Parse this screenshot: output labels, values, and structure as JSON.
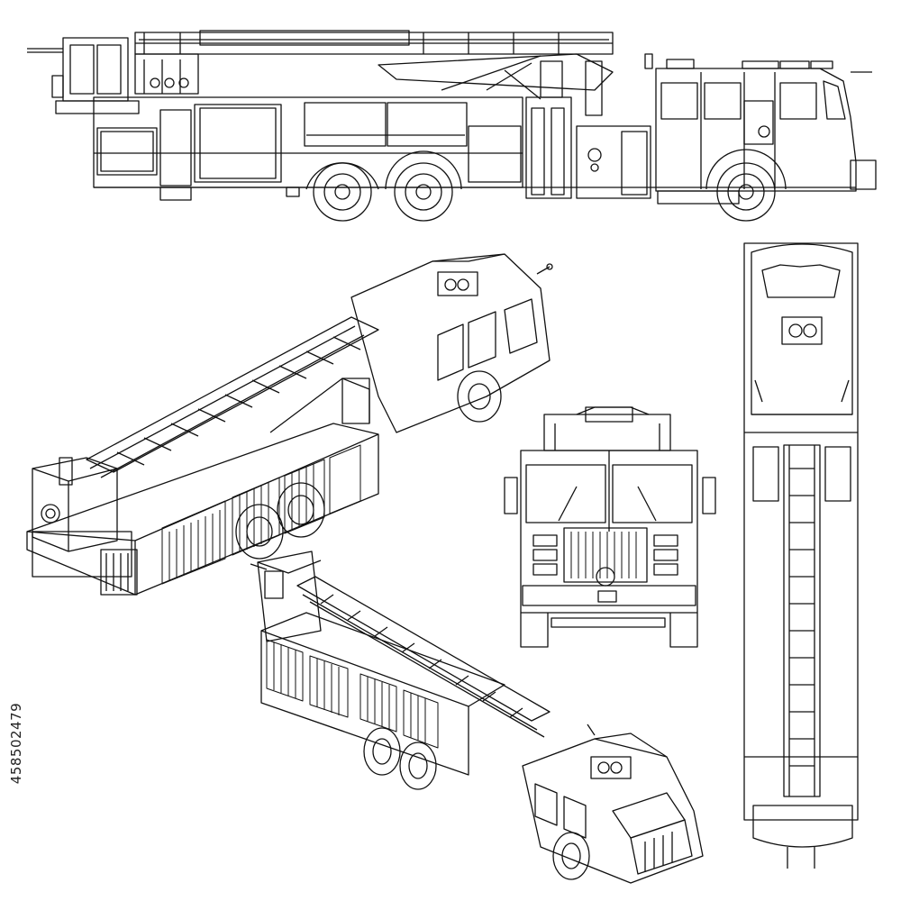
{
  "stock_id": "458502479",
  "colors": {
    "line": "#111111",
    "background": "#ffffff"
  },
  "views": [
    {
      "name": "side-view"
    },
    {
      "name": "isometric-rear-view"
    },
    {
      "name": "front-view"
    },
    {
      "name": "top-view"
    },
    {
      "name": "isometric-front-view"
    }
  ]
}
